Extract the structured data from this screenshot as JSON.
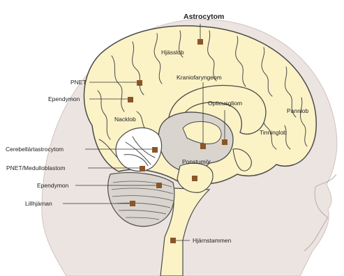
{
  "colors": {
    "background_head": "#ece4e1",
    "brain": "#fbf2c6",
    "cerebellum": "#d9d4cd",
    "marker": "#8a5628",
    "line": "#333333"
  },
  "labels": {
    "astrocytom": "Astrocytom",
    "pnet": "PNET",
    "ependymon_top": "Ependymon",
    "cerebellarastrocytom": "Cerebellärtastrocytom",
    "pnet_medulloblastom": "PNET/Medulloblastom",
    "ependymon_bottom": "Ependymon",
    "lillhjarnan": "Lillhjärnan",
    "hjasslob": "Hjässlob",
    "nacklob": "Nacklob",
    "kraniofaryngeom": "Kraniofaryngeom",
    "opticusgliom": "Opticusgliom",
    "pannlob": "Pannlob",
    "tinninglob": "Tinninglob",
    "ponstumor": "Ponstumör",
    "hjarnstammen": "Hjärnstammen"
  }
}
